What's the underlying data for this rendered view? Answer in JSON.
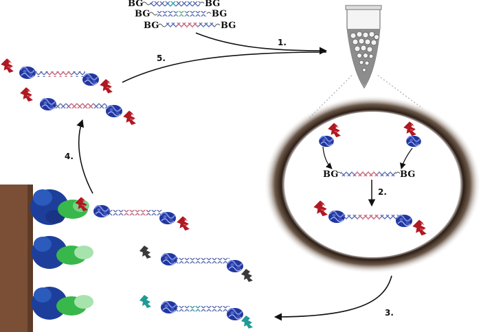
{
  "colors": {
    "dna_blue": "#5a6fb4",
    "dna_pale": "#aab7dc",
    "seg_pink": "#e07a86",
    "seg_cyan": "#4aa7b2",
    "seg_green": "#7fbf88",
    "protein_blue": "#2236a0",
    "protein_light": "#6d82d4",
    "tag_red": "#b01822",
    "tag_black": "#3a3a3a",
    "tag_teal": "#1f9a98",
    "surface_wall": "#7a4f35",
    "surface_blue": "#1d3f9b",
    "surface_green": "#38b84a",
    "droplet_ring": "#6e5c4e",
    "arrow": "#111111"
  },
  "labels": {
    "bg": "BG"
  },
  "steps": {
    "s1": "1.",
    "s2": "2.",
    "s3": "3.",
    "s4": "4.",
    "s5": "5."
  },
  "icons": {
    "tube": "microcentrifuge-tube-icon",
    "droplet": "emulsion-droplet-icon"
  }
}
